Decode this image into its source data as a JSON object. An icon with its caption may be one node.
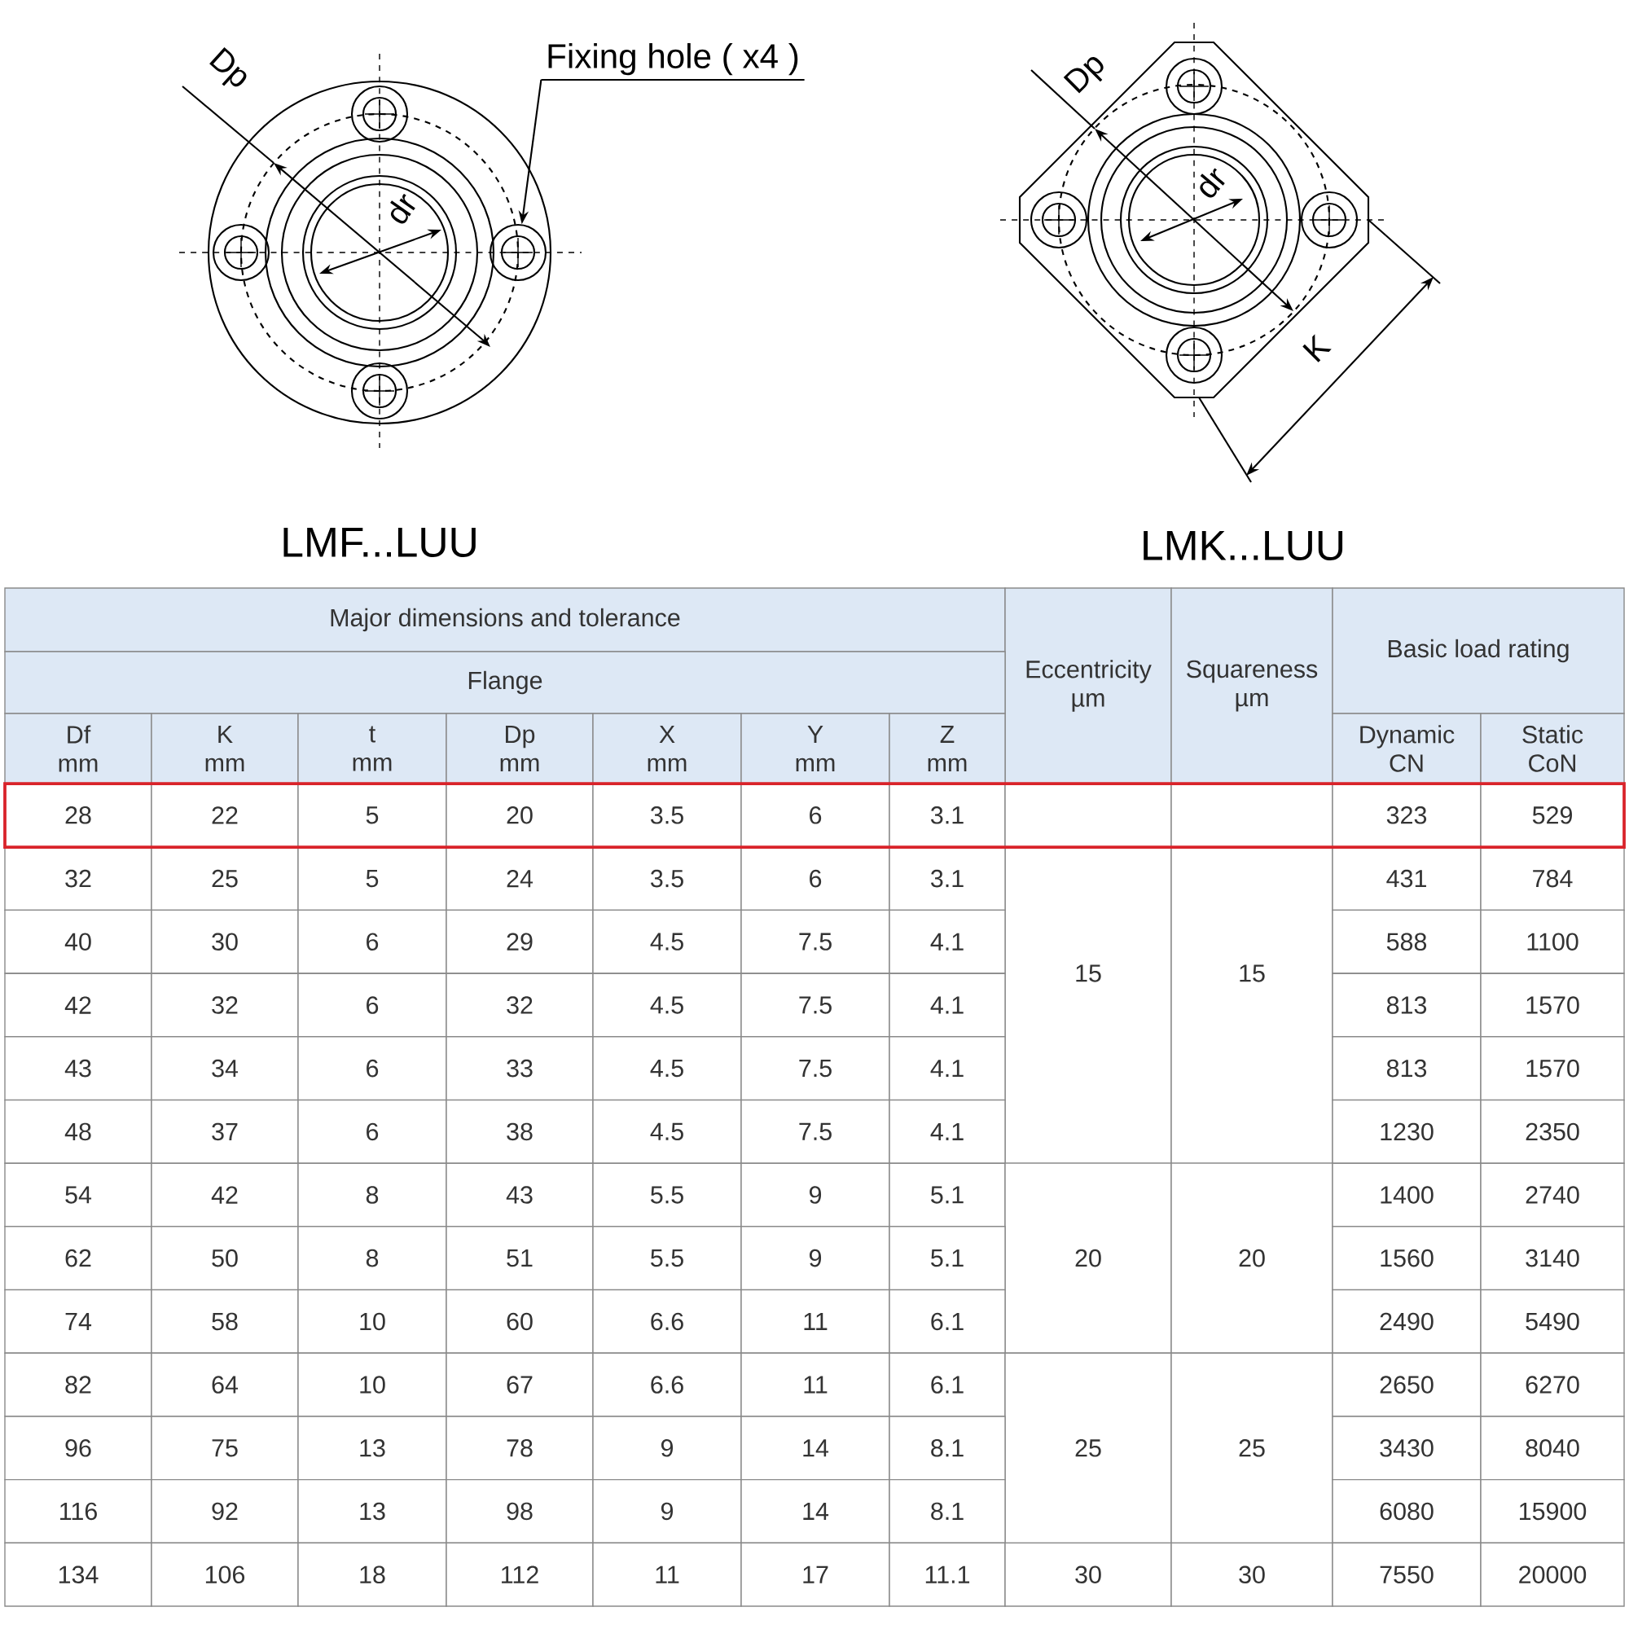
{
  "diagram": {
    "nodes": [
      {
        "text": [
          "Fixing hole ( x4 )"
        ]
      },
      {
        "text": [],
        "shape": "circle"
      }
    ],
    "edges": [
      {
        "from": 0,
        "to": 1,
        "arrow": "to"
      }
    ],
    "labels": [
      "Dp",
      "dr",
      "Dp",
      "dr",
      "K",
      "LMF...LUU",
      "LMK...LUU",
      "Major dimensions and tolerance",
      "Eccentricity µm",
      "Squareness µm",
      "Basic load rating",
      "Flange",
      "Df mm",
      "K mm",
      "t mm",
      "Dp mm",
      "X mm",
      "Y mm",
      "Z mm",
      "Dynamic CN",
      "Static CoN",
      "28",
      "22",
      "5",
      "20",
      "3.5",
      "6",
      "3.1",
      "15",
      "15",
      "323",
      "529",
      "32",
      "25",
      "5",
      "24",
      "3.5",
      "6",
      "3.1",
      "431",
      "784",
      "40",
      "30",
      "6",
      "29",
      "4.5",
      "7.5",
      "4.1",
      "588",
      "1100",
      "42",
      "32",
      "6",
      "32",
      "4.5",
      "7.5",
      "4.1",
      "813",
      "1570",
      "43",
      "34",
      "6",
      "33",
      "4.5",
      "7.5",
      "4.1",
      "813",
      "1570",
      "48",
      "37",
      "6",
      "38",
      "4.5",
      "7.5",
      "4.1",
      "1230",
      "2350",
      "54",
      "42",
      "8",
      "43",
      "5.5",
      "9",
      "5.1",
      "20",
      "20",
      "1400",
      "2740",
      "62",
      "50",
      "8",
      "51",
      "5.5",
      "9",
      "5.1",
      "1560",
      "3140",
      "74",
      "58",
      "10",
      "60",
      "6.6",
      "11",
      "6.1",
      "2490",
      "5490",
      "82",
      "64",
      "10",
      "67",
      "6.6",
      "11",
      "6.1",
      "25",
      "25",
      "2650",
      "6270",
      "96",
      "75",
      "13",
      "78",
      "9",
      "14",
      "8.1",
      "3430",
      "8040",
      "116",
      "92",
      "13",
      "98",
      "9",
      "14",
      "8.1",
      "6080",
      "15900",
      "134",
      "106",
      "18",
      "112",
      "11",
      "17",
      "11.1",
      "30",
      "30",
      "7550",
      "20000"
    ]
  }
}
